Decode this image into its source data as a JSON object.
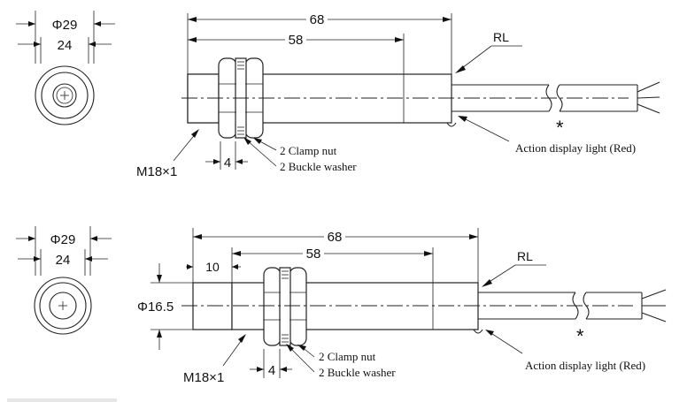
{
  "drawings": [
    {
      "outer_diameter": "Φ29",
      "inner_width": "24",
      "total_length": "68",
      "body_length": "58",
      "cable_label": "RL",
      "thread_spec": "M18×1",
      "nut_width": "4",
      "clamp_nut": "2 Clamp nut",
      "buckle_washer": "2 Buckle washer",
      "indicator": "Action display light (Red)",
      "asterisk": "*"
    },
    {
      "outer_diameter": "Φ29",
      "inner_width": "24",
      "total_length": "68",
      "body_length": "58",
      "nose_length": "10",
      "nose_diameter": "Φ16.5",
      "cable_label": "RL",
      "thread_spec": "M18×1",
      "nut_width": "4",
      "clamp_nut": "2 Clamp nut",
      "buckle_washer": "2 Buckle washer",
      "indicator": "Action display light (Red)",
      "asterisk": "*"
    }
  ]
}
